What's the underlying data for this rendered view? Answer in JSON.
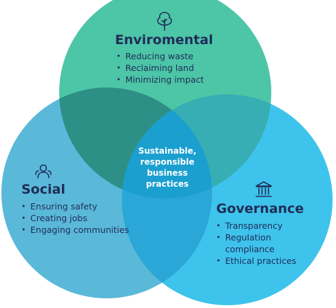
{
  "colors": {
    "environmental": "#4dc5a7",
    "social": "#5ab8d9",
    "governance": "#3ec3ec",
    "center": "#1aa6d4",
    "text": "#1f2d57"
  },
  "environmental": {
    "icon": "tree-icon",
    "title": "Enviromental",
    "items": [
      "Reducing waste",
      "Reclaiming land",
      "Minimizing impact"
    ]
  },
  "social": {
    "icon": "people-icon",
    "title": "Social",
    "items": [
      "Ensuring safety",
      "Creating jobs",
      "Engaging communities"
    ]
  },
  "governance": {
    "icon": "bank-icon",
    "title": "Governance",
    "items": [
      "Transparency",
      "Regulation compliance",
      "Ethical practices"
    ]
  },
  "center": {
    "text": "Sustainable, responsible business practices"
  }
}
